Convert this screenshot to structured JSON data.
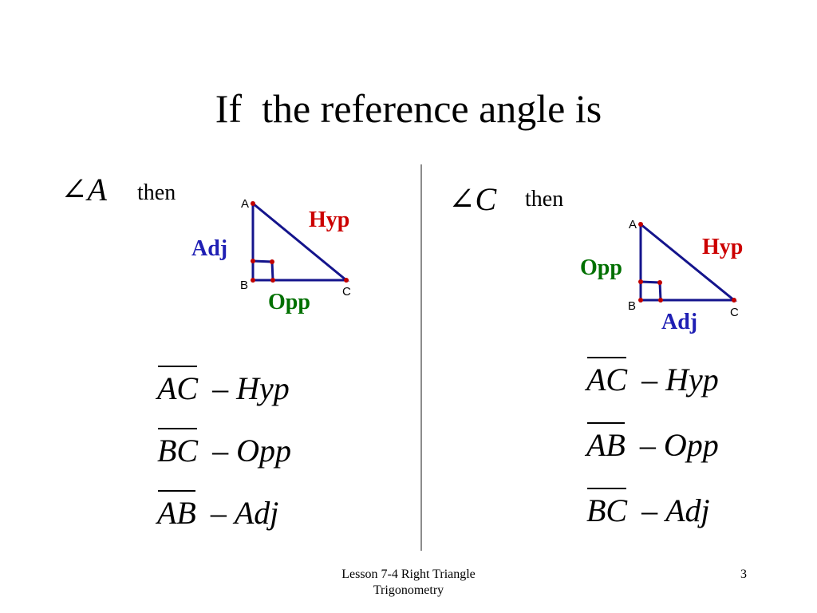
{
  "slide": {
    "title": "If  the reference angle is",
    "footer_lines": [
      "Lesson 7-4 Right Triangle",
      "Trigonometry"
    ],
    "page_number": "3"
  },
  "colors": {
    "triangle": "#14148c",
    "vertex_dot": "#c00000",
    "hyp": "#cc0000",
    "adj": "#1f1fb4",
    "opp": "#007000",
    "divider": "#8c8c8c"
  },
  "left": {
    "angle": "∠A",
    "then": "then",
    "vertices": {
      "a": "A",
      "b": "B",
      "c": "C"
    },
    "labels": {
      "hyp": "Hyp",
      "adj": "Adj",
      "opp": "Opp"
    },
    "equations": [
      {
        "segment": "AC",
        "dash": "–",
        "role": "Hyp"
      },
      {
        "segment": "BC",
        "dash": "–",
        "role": "Opp"
      },
      {
        "segment": "AB",
        "dash": "–",
        "role": "Adj"
      }
    ]
  },
  "right": {
    "angle": "∠C",
    "then": "then",
    "vertices": {
      "a": "A",
      "b": "B",
      "c": "C"
    },
    "labels": {
      "hyp": "Hyp",
      "opp": "Opp",
      "adj": "Adj"
    },
    "equations": [
      {
        "segment": "AC",
        "dash": "–",
        "role": "Hyp"
      },
      {
        "segment": "AB",
        "dash": "–",
        "role": "Opp"
      },
      {
        "segment": "BC",
        "dash": "–",
        "role": "Adj"
      }
    ]
  }
}
